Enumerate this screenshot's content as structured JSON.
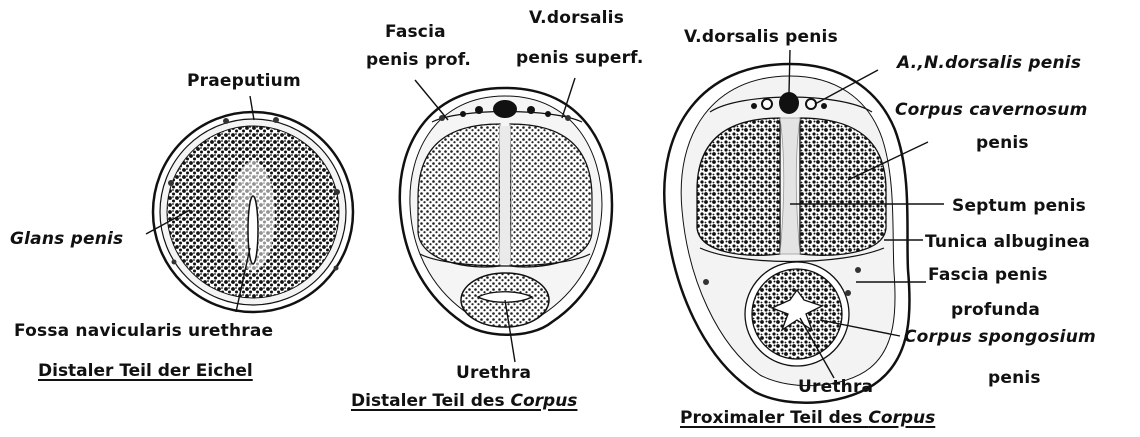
{
  "panels": [
    {
      "caption": "Distaler Teil der Eichel",
      "labels": {
        "praeputium": "Praeputium",
        "glans": "Glans penis",
        "fossa": "Fossa navicularis urethrae"
      }
    },
    {
      "caption_main": "Distaler Teil des ",
      "caption_em": "Corpus",
      "labels": {
        "fascia_line1": "Fascia",
        "fascia_line2": "penis prof.",
        "vdors_line1": "V.dorsalis",
        "vdors_line2": "penis superf.",
        "urethra": "Urethra"
      }
    },
    {
      "caption_main": "Proximaler Teil des ",
      "caption_em": "Corpus",
      "labels": {
        "vdors": "V.dorsalis penis",
        "andors": "A.,N.dorsalis penis",
        "cc_line1": "Corpus cavernosum",
        "cc_line2": "penis",
        "septum": "Septum penis",
        "tunica": "Tunica albuginea",
        "fascia_line1": "Fascia penis",
        "fascia_line2": "profunda",
        "cs_line1": "Corpus spongosium",
        "cs_line2": "penis",
        "urethra": "Urethra"
      }
    }
  ]
}
